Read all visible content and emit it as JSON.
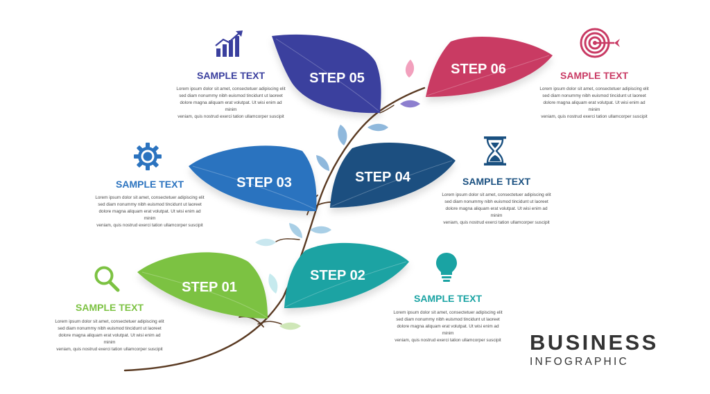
{
  "steps": [
    {
      "label": "STEP 01",
      "heading": "SAMPLE TEXT",
      "color": "#7cc242",
      "icon": "magnifier-icon"
    },
    {
      "label": "STEP 02",
      "heading": "SAMPLE TEXT",
      "color": "#1aa3a3",
      "icon": "lightbulb-icon"
    },
    {
      "label": "STEP 03",
      "heading": "SAMPLE TEXT",
      "color": "#2b73bf",
      "icon": "gear-icon"
    },
    {
      "label": "STEP 04",
      "heading": "SAMPLE TEXT",
      "color": "#1a5080",
      "icon": "hourglass-icon"
    },
    {
      "label": "STEP 05",
      "heading": "SAMPLE TEXT",
      "color": "#3a3f9e",
      "icon": "growth-chart-icon"
    },
    {
      "label": "STEP 06",
      "heading": "SAMPLE TEXT",
      "color": "#c93a64",
      "icon": "target-icon"
    }
  ],
  "body_text": "Lorem ipsum dolor sit amet, consectetuer adipiscing elit\nsed diam nonummy nibh euismod tincidunt ut laoreet\ndolore magna aliquam erat volutpat. Ut wisi enim ad minim\nveniam, quis nostrud exerci tation ullamcorper suscipit",
  "brand": {
    "title": "BUSINESS",
    "subtitle": "INFOGRAPHIC"
  },
  "colors": {
    "stem": "#5a3a22",
    "brand_text": "#333333"
  }
}
